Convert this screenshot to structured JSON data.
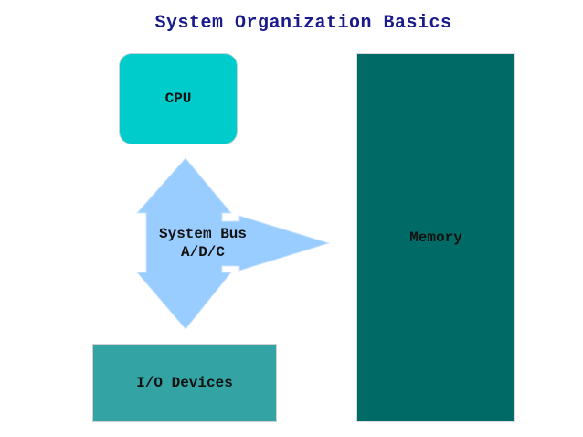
{
  "title": "System Organization Basics",
  "cpu": {
    "label": "CPU"
  },
  "memory": {
    "label": "Memory"
  },
  "io": {
    "label": "I/O Devices"
  },
  "bus": {
    "line1": "System Bus",
    "line2": "A/D/C"
  },
  "colors": {
    "title": "#1a1a8c",
    "cpu": "#00cccc",
    "memory": "#006b66",
    "io": "#33a3a3",
    "bus": "#99ccff",
    "bus_stroke": "#cfe6ff"
  }
}
